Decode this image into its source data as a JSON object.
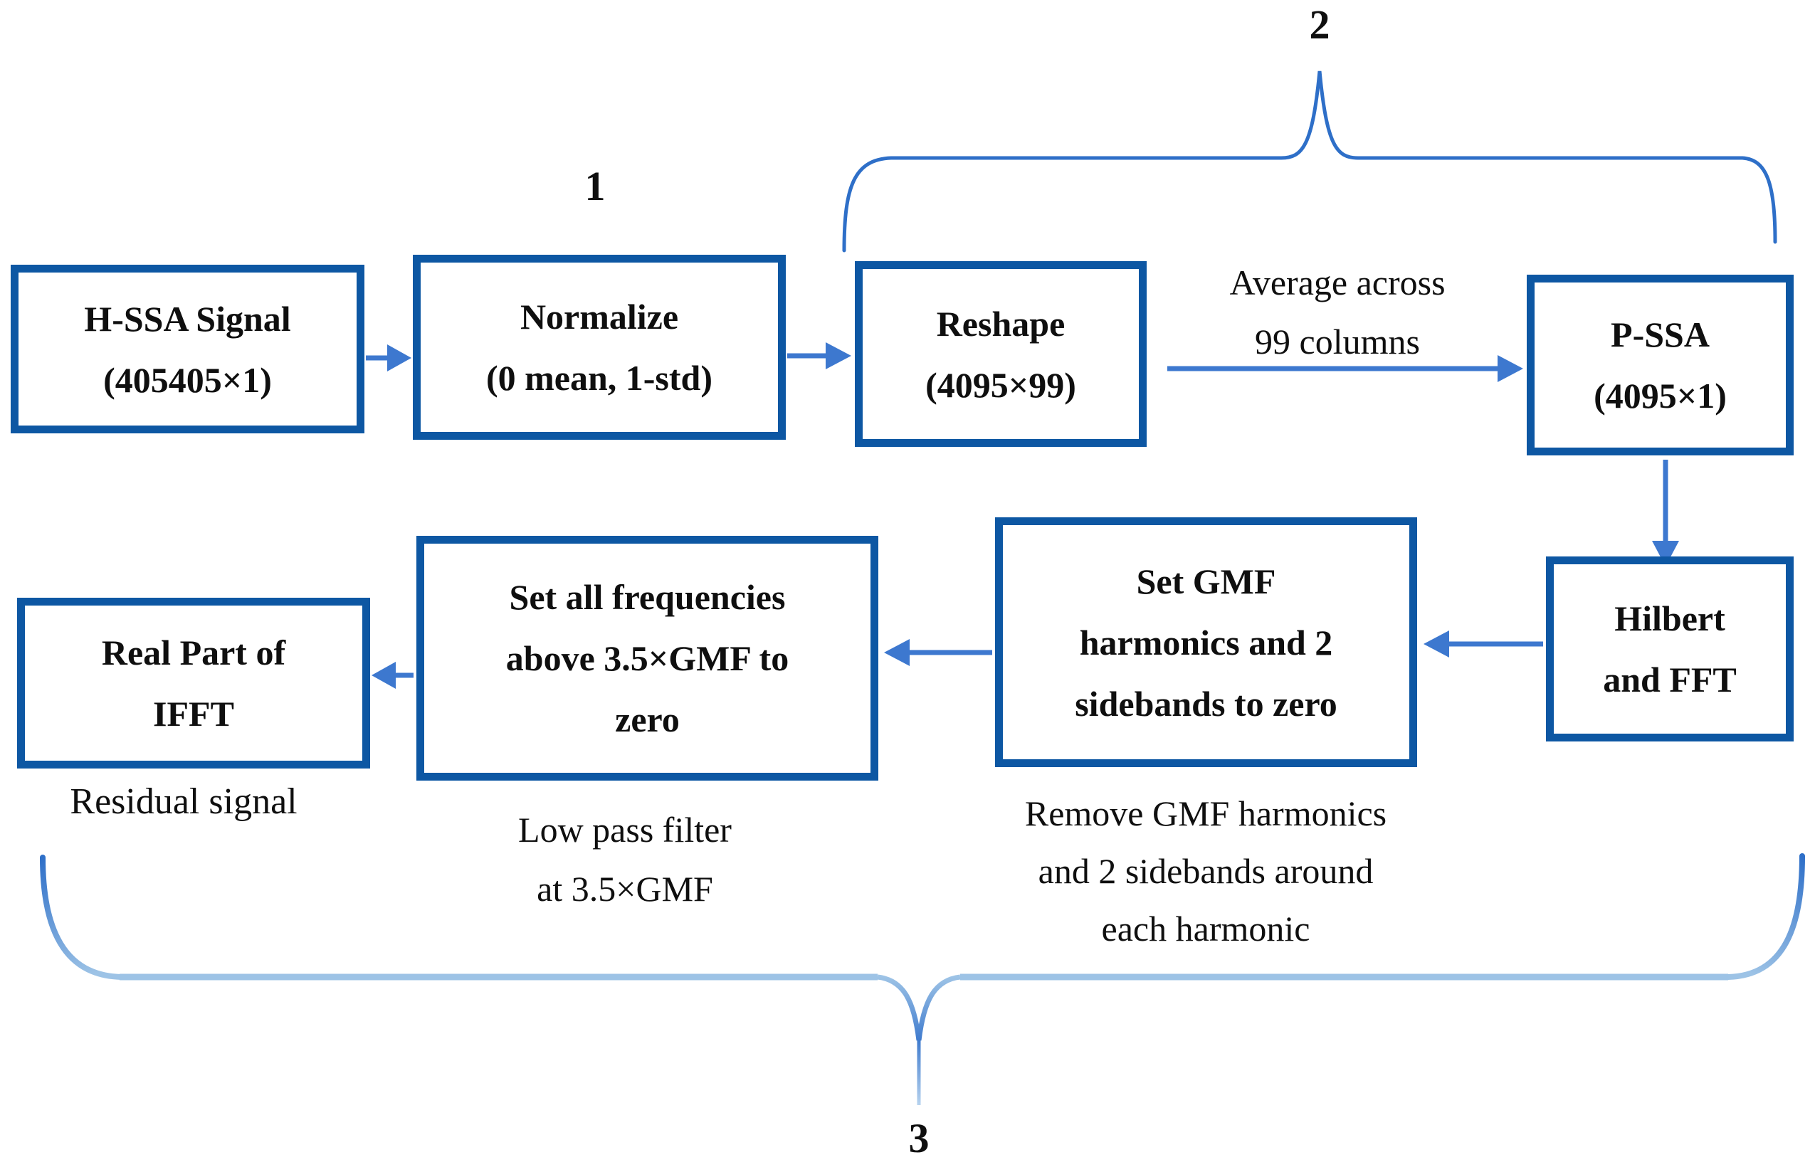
{
  "diagram": {
    "boxes": {
      "hssa": {
        "lines": [
          "H-SSA Signal",
          "(405405×1)"
        ]
      },
      "normalize": {
        "lines": [
          "Normalize",
          "(0 mean, 1-std)"
        ]
      },
      "reshape": {
        "lines": [
          "Reshape",
          "(4095×99)"
        ]
      },
      "pssa": {
        "lines": [
          "P-SSA",
          "(4095×1)"
        ]
      },
      "hilbert": {
        "lines": [
          "Hilbert",
          "and FFT"
        ]
      },
      "setgmf": {
        "lines": [
          "Set GMF",
          "harmonics and 2",
          "sidebands to zero"
        ]
      },
      "setfreq": {
        "lines": [
          "Set all frequencies",
          "above 3.5×GMF to",
          "zero"
        ]
      },
      "ifft": {
        "lines": [
          "Real Part of",
          "IFFT"
        ]
      }
    },
    "annotations": {
      "average": {
        "lines": [
          "Average across",
          "99 columns"
        ]
      },
      "residual": {
        "lines": [
          "Residual signal"
        ]
      },
      "lowpass": {
        "lines": [
          "Low pass filter",
          "at 3.5×GMF"
        ]
      },
      "remove": {
        "lines": [
          "Remove GMF harmonics",
          "and 2 sidebands around",
          "each harmonic"
        ]
      }
    },
    "step_labels": {
      "step1": "1",
      "step2": "2",
      "step3": "3"
    }
  },
  "colors": {
    "box_border": "#0D57A3",
    "arrow": "#3D78CF",
    "brace_top": "#2E6FC8",
    "brace_bottom": "#9DC3E6",
    "text": "#0f0f0f"
  }
}
